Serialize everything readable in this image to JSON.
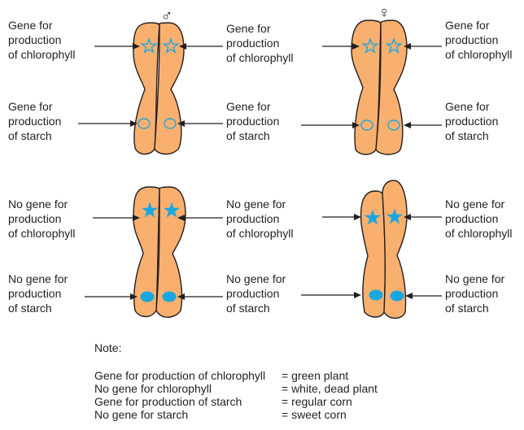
{
  "symbols": {
    "male": "♂",
    "female": "♀"
  },
  "colors": {
    "chromosome": "#f9b06e",
    "gene": "#1aa7e0",
    "outline": "#231f20"
  },
  "labels": {
    "chloro_yes": [
      "Gene for",
      "production",
      "of chlorophyll"
    ],
    "starch_yes": [
      "Gene for",
      "production",
      "of starch"
    ],
    "chloro_no": [
      "No gene for",
      "production",
      "of chlorophyll"
    ],
    "starch_no": [
      "No gene for",
      "production",
      "of starch"
    ]
  },
  "note": {
    "title": "Note:",
    "rows": [
      {
        "term": "Gene for production of chlorophyll",
        "meaning": "= green plant"
      },
      {
        "term": "No gene for chlorophyll",
        "meaning": "= white, dead plant"
      },
      {
        "term": "Gene for production of starch",
        "meaning": "= regular corn"
      },
      {
        "term": "No gene for starch",
        "meaning": "= sweet corn"
      }
    ]
  }
}
